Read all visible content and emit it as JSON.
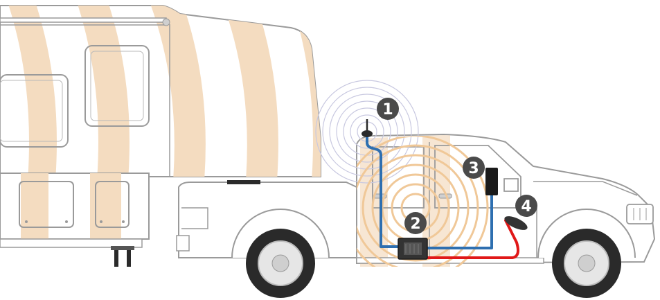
{
  "colors": {
    "body_outline": "#9a9a9a",
    "stripe": "#f4dcc0",
    "signal_wave": "#f0c898",
    "cable_blue": "#2e6fb0",
    "cable_red": "#e01818",
    "badge_fill": "#4a4a4a",
    "tire": "#2a2a2a",
    "hub": "#e6e6e6"
  },
  "components": [
    {
      "label": "1",
      "icon": "outside-antenna-icon"
    },
    {
      "label": "2",
      "icon": "signal-booster-icon"
    },
    {
      "label": "3",
      "icon": "inside-antenna-icon"
    },
    {
      "label": "4",
      "icon": "cradle-antenna-icon"
    }
  ]
}
